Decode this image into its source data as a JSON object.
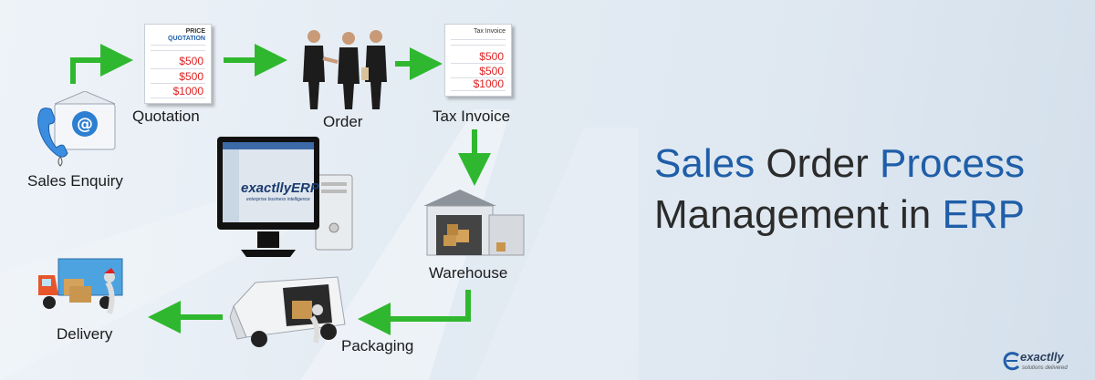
{
  "title": {
    "w1": "Sales",
    "w2": "Order",
    "w3": "Process",
    "w4": "Management in",
    "w5": "ERP",
    "blue_color": "#1f5ea8",
    "dark_color": "#2b2b2b"
  },
  "steps": {
    "sales_enquiry": "Sales Enquiry",
    "quotation": "Quotation",
    "order": "Order",
    "tax_invoice": "Tax Invoice",
    "warehouse": "Warehouse",
    "packaging": "Packaging",
    "delivery": "Delivery"
  },
  "quotation_doc": {
    "heading_1": "PRICE",
    "heading_2": "QUOTATION",
    "prices": [
      "$500",
      "$500",
      "$1000"
    ]
  },
  "invoice_doc": {
    "heading": "Tax Invoice",
    "prices": [
      "$500",
      "$500",
      "$1000"
    ]
  },
  "erp_screen": {
    "brand": "exactllyERP",
    "tagline": "enterprise business intelligence"
  },
  "footer_logo": {
    "brand": "exactlly",
    "tagline": "solutions delivered"
  },
  "colors": {
    "arrow_green": "#2fb82f",
    "price_red": "#e02020"
  }
}
